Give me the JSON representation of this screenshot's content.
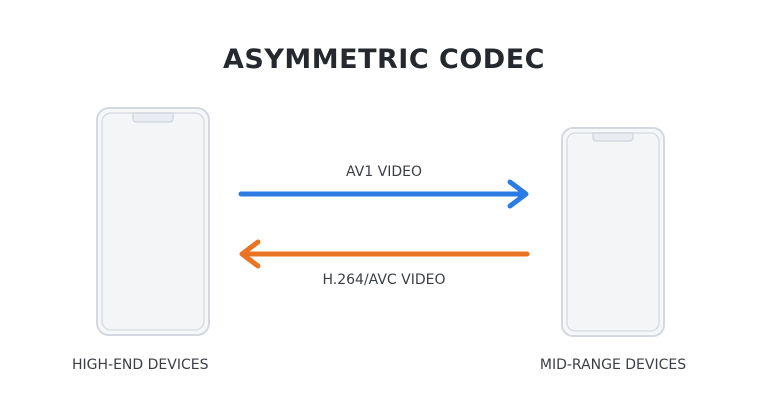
{
  "title": "ASYMMETRIC CODEC",
  "left_device": {
    "label": "HIGH-END DEVICES",
    "icon": "phone-icon"
  },
  "right_device": {
    "label": "MID-RANGE DEVICES",
    "icon": "phone-icon"
  },
  "arrows": {
    "top": {
      "label": "AV1 VIDEO",
      "direction": "right",
      "color": "#2a7be4"
    },
    "bottom": {
      "label": "H.264/AVC VIDEO",
      "direction": "left",
      "color": "#ea7424"
    }
  },
  "colors": {
    "phone_fill": "#f6f7f9",
    "phone_outline": "#d4d8df",
    "background": "#ffffff"
  }
}
